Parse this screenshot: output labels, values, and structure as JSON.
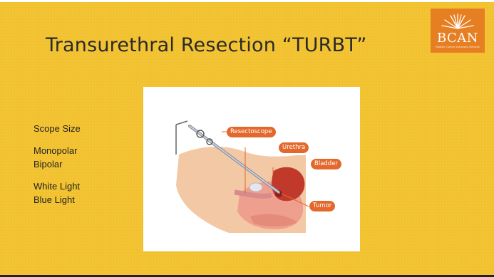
{
  "slide": {
    "title": "Transurethral Resection “TURBT”",
    "logo": {
      "text": "BCAN",
      "tagline": "Bladder Cancer Advocacy Network"
    },
    "bullets": [
      [
        "Scope Size"
      ],
      [
        "Monopolar",
        "Bipolar"
      ],
      [
        "White Light",
        "Blue Light"
      ]
    ],
    "diagram_labels": {
      "resectoscope": "Resectoscope",
      "urethra": "Urethra",
      "bladder": "Bladder",
      "tumor": "Tumor"
    },
    "colors": {
      "background": "#f2c12e",
      "logo_bg": "#e67e22",
      "label_bg": "#e3682c",
      "skin": "#f2c9a4",
      "bladder_wall": "#c0392b"
    }
  }
}
